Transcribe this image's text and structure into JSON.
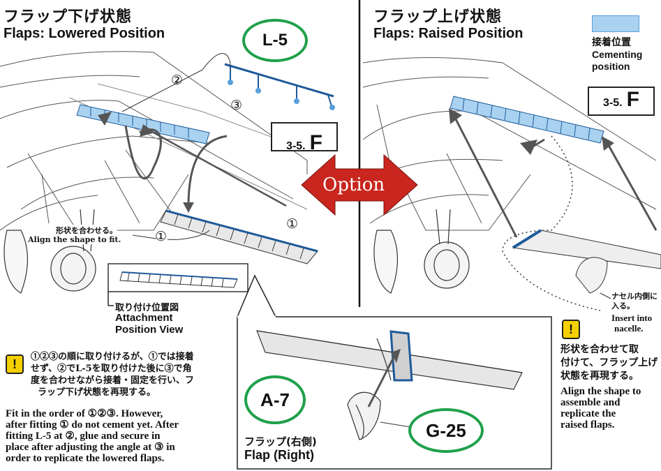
{
  "left_panel": {
    "title_jp": "フラップ下げ状態",
    "title_en": "Flaps: Lowered Position",
    "part_ref": "L-5",
    "ref_box_prefix": "3-5.",
    "ref_box_letter": "F",
    "step_1a": "①",
    "step_1b": "①",
    "step_2": "②",
    "step_3": "③",
    "align_jp": "形状を合わせる。",
    "align_en": "Align the shape to fit.",
    "attach_view_jp": "取り付け位置図",
    "attach_view_en_1": "Attachment",
    "attach_view_en_2": "Position View",
    "note_jp_1": "①②③の順に取り付けるが、①では接着",
    "note_jp_2": "せず、②でL-5を取り付けた後に③で角",
    "note_jp_3": "度を合わせながら接着・固定を行い、フ",
    "note_jp_4": "ラップ下げ状態を再現する。",
    "note_en_1": "Fit in the order of ①②③. However,",
    "note_en_2": "after fitting ① do not cement yet. After",
    "note_en_3": "fitting L-5 at ②, glue and secure in",
    "note_en_4": "place after adjusting the angle at ③ in",
    "note_en_5": "order to replicate the lowered flaps."
  },
  "center": {
    "option_label": "Option",
    "part_a": "A-7",
    "part_g": "G-25",
    "flap_jp": "フラップ(右側)",
    "flap_en": "Flap (Right)"
  },
  "right_panel": {
    "title_jp": "フラップ上げ状態",
    "title_en": "Flaps: Raised Position",
    "legend_jp": "接着位置",
    "legend_en_1": "Cementing",
    "legend_en_2": "position",
    "ref_box_prefix": "3-5.",
    "ref_box_letter": "F",
    "insert_jp_1": "ナセル内側に",
    "insert_jp_2": "入る。",
    "insert_en_1": "Insert into",
    "insert_en_2": "nacelle.",
    "note_jp_1": "形状を合わせて取",
    "note_jp_2": "付けて、フラップ上げ",
    "note_jp_3": "状態を再現する。",
    "note_en_1": "Align the shape to",
    "note_en_2": "assemble and",
    "note_en_3": "replicate the",
    "note_en_4": "raised flaps."
  },
  "colors": {
    "cement_blue": "#5a9fdc",
    "legend_fill": "#a9d2f0",
    "option_red": "#c8261e",
    "part_green": "#1fa04a",
    "warning_yellow": "#f4d000"
  },
  "icons": [
    "warning-icon",
    "option-double-arrow-icon"
  ]
}
